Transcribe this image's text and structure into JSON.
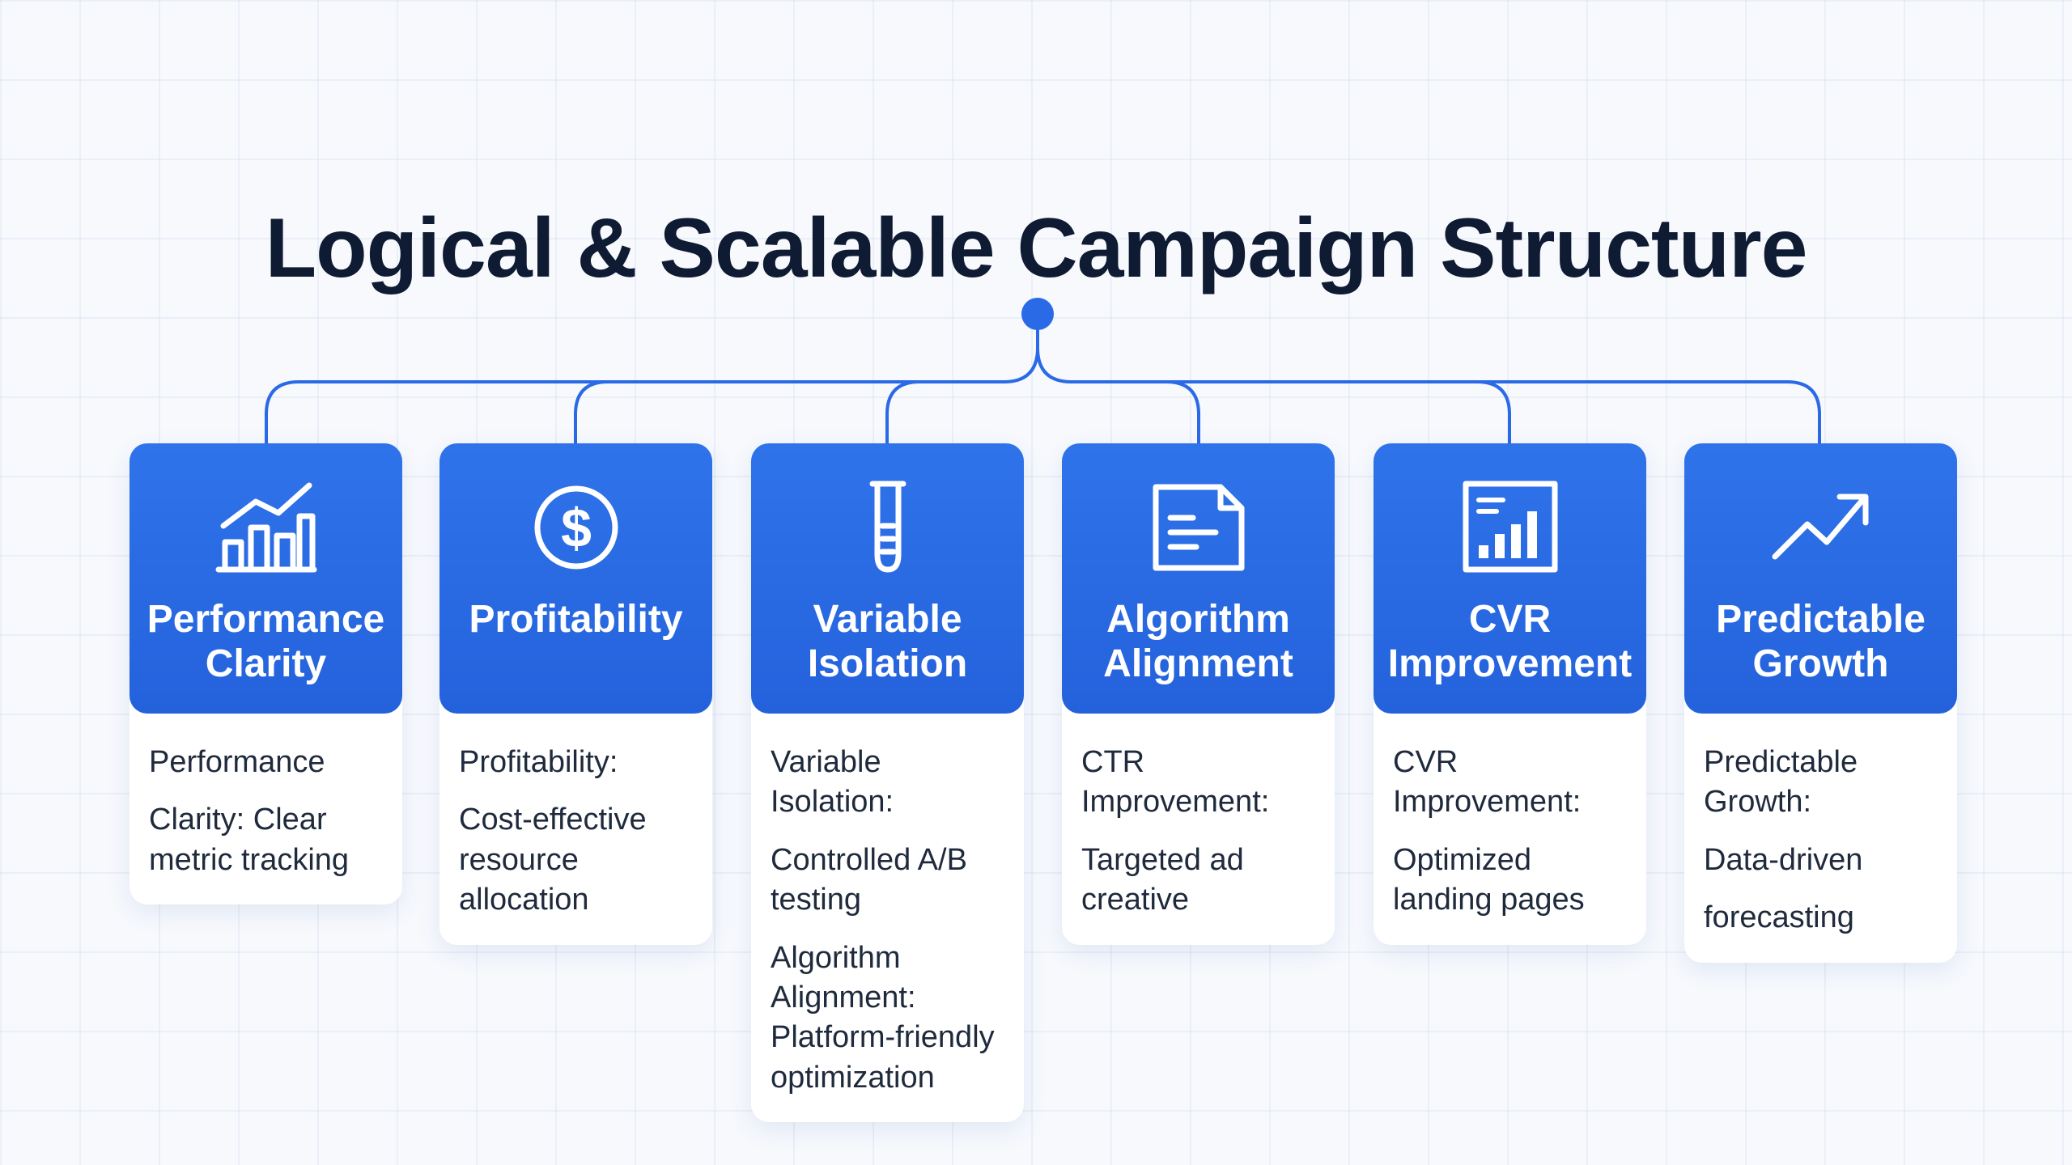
{
  "title": "Logical & Scalable Campaign Structure",
  "colors": {
    "accent": "#2b6ae6",
    "title": "#0f1b33",
    "body_text": "#1f2a3c"
  },
  "cards": [
    {
      "icon": "bar-chart-trend-icon",
      "title": "Performance Clarity",
      "body": [
        "Performance",
        "Clarity: Clear metric tracking"
      ]
    },
    {
      "icon": "dollar-coin-icon",
      "title": "Profitability",
      "body": [
        "Profitability:",
        "Cost-effective resource allocation"
      ]
    },
    {
      "icon": "test-tube-icon",
      "title": "Variable Isolation",
      "body": [
        "Variable Isolation:",
        "Controlled A/B testing",
        "Algorithm Alignment: Platform-friendly optimization"
      ]
    },
    {
      "icon": "document-icon",
      "title": "Algorithm Alignment",
      "body": [
        "CTR Improvement:",
        "Targeted ad creative"
      ]
    },
    {
      "icon": "bar-chart-board-icon",
      "title": "CVR Improvement",
      "body": [
        "CVR Improvement:",
        "Optimized landing pages"
      ]
    },
    {
      "icon": "trend-arrow-icon",
      "title": "Predictable Growth",
      "body": [
        "Predictable Growth:",
        "Data-driven",
        "forecasting"
      ]
    }
  ]
}
